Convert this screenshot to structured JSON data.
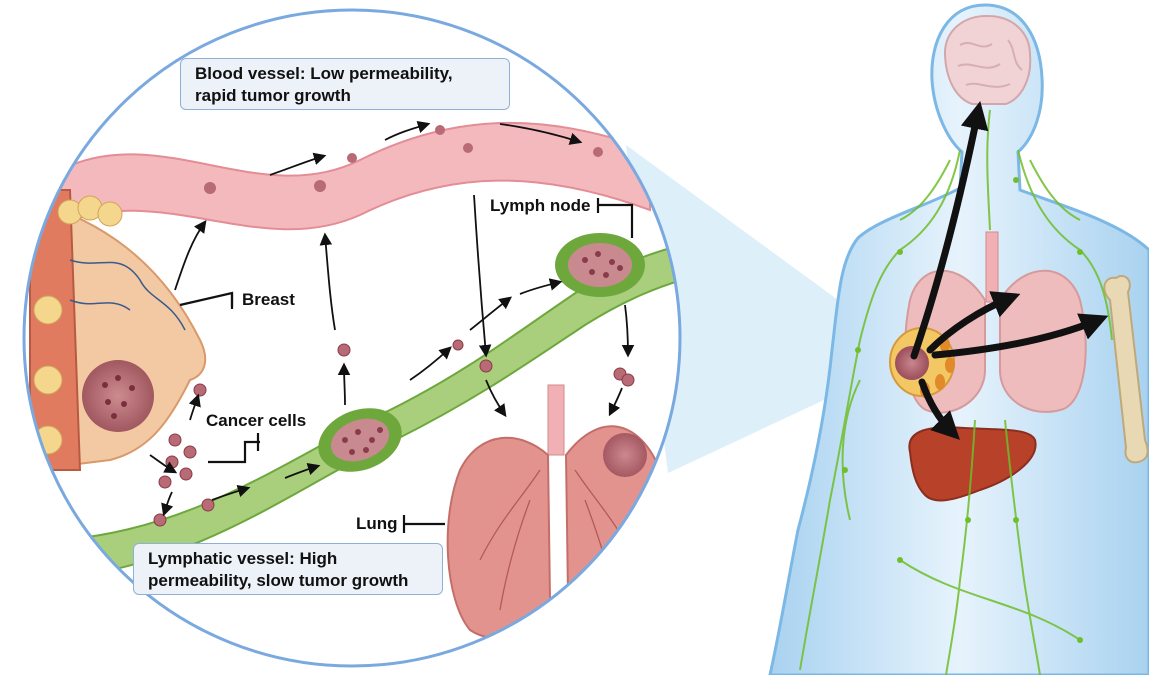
{
  "captions": {
    "blood_vessel": {
      "line1": "Blood vessel: Low permeability,",
      "line2": "rapid tumor growth"
    },
    "lymphatic_vessel": {
      "line1": "Lymphatic vessel: High",
      "line2": "permeability, slow tumor growth"
    }
  },
  "labels": {
    "breast": "Breast",
    "cancer_cells": "Cancer cells",
    "lymph_node": "Lymph node",
    "lung": "Lung"
  },
  "colors": {
    "circle_border": "#7aa9e0",
    "blood_vessel": "#f4b9bd",
    "lymph_vessel": "#a9cf7c",
    "lymph_node": "#6ea83c",
    "tumor": "#a45a66",
    "lung": "#e3938d",
    "liver": "#b8412a",
    "body": "#b9dcf4",
    "lymph_network": "#6fbe2a",
    "arrow": "#111111"
  },
  "icons": {
    "breast": "breast-anatomy-icon",
    "lung": "lungs-icon",
    "brain": "brain-icon",
    "liver": "liver-icon",
    "bone": "bone-icon",
    "body": "human-body-icon"
  }
}
